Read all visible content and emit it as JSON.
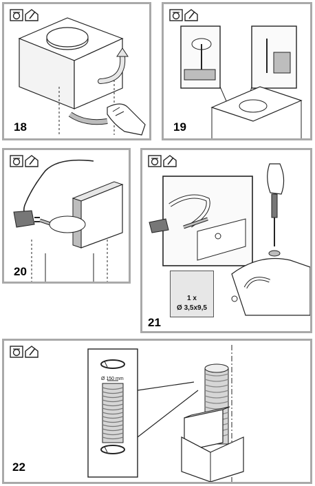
{
  "colors": {
    "panel_border": "#a9a9a9",
    "line": "#222222",
    "shade": "#bdbdbd",
    "light_shade": "#e6e6e6"
  },
  "panels": [
    {
      "id": "18",
      "step": "18",
      "icons": [
        "hood-icon",
        "install-icon"
      ]
    },
    {
      "id": "19",
      "step": "19",
      "icons": [
        "hood-icon",
        "install-icon"
      ]
    },
    {
      "id": "20",
      "step": "20",
      "icons": [
        "hood-icon",
        "install-icon"
      ]
    },
    {
      "id": "21",
      "step": "21",
      "icons": [
        "hood-icon",
        "install-icon"
      ],
      "spec": {
        "qty": "1 x",
        "size": "Ø 3,5x9,5"
      }
    },
    {
      "id": "22",
      "step": "22",
      "icons": [
        "hood-icon",
        "install-icon"
      ],
      "duct_label": "Ø 150 mm"
    }
  ]
}
